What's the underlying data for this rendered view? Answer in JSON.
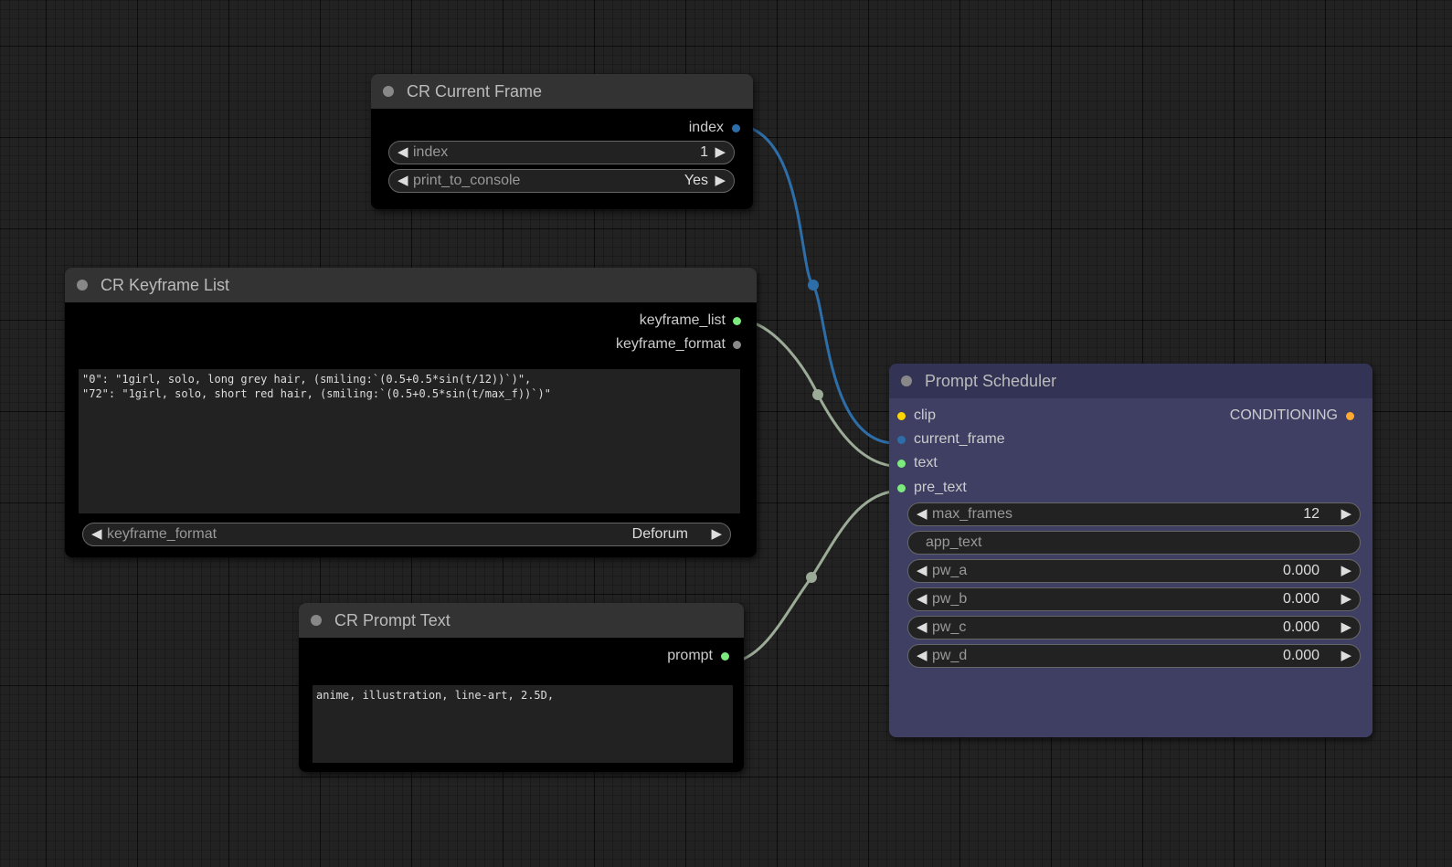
{
  "colors": {
    "canvas_bg": "#222222",
    "node_title_bg": "#333333",
    "node_body_bg": "#000000",
    "scheduler_title_bg": "#333355",
    "scheduler_body_bg": "#3f3f64",
    "link_int": "#2e6ea8",
    "link_string": "#9bab97",
    "slot_clip": "#ffd500",
    "slot_int": "#2e6ea8",
    "slot_string": "#7dea7d",
    "slot_conditioning": "#ffa931",
    "slot_generic": "#888888"
  },
  "nodes": {
    "current_frame": {
      "title": "CR Current Frame",
      "output": "index",
      "widgets": [
        {
          "label": "index",
          "value": "1"
        },
        {
          "label": "print_to_console",
          "value": "Yes"
        }
      ]
    },
    "keyframe_list": {
      "title": "CR Keyframe List",
      "outputs": [
        "keyframe_list",
        "keyframe_format"
      ],
      "text": "\"0\": \"1girl, solo, long grey hair, (smiling:`(0.5+0.5*sin(t/12))`)\",\n\"72\": \"1girl, solo, short red hair, (smiling:`(0.5+0.5*sin(t/max_f))`)\"",
      "widget": {
        "label": "keyframe_format",
        "value": "Deforum"
      }
    },
    "prompt_text": {
      "title": "CR Prompt Text",
      "output": "prompt",
      "text": "anime, illustration, line-art, 2.5D,"
    },
    "scheduler": {
      "title": "Prompt Scheduler",
      "inputs": [
        "clip",
        "current_frame",
        "text",
        "pre_text"
      ],
      "output": "CONDITIONING",
      "widgets": [
        {
          "label": "max_frames",
          "value": "12"
        },
        {
          "label": "app_text",
          "value": ""
        },
        {
          "label": "pw_a",
          "value": "0.000"
        },
        {
          "label": "pw_b",
          "value": "0.000"
        },
        {
          "label": "pw_c",
          "value": "0.000"
        },
        {
          "label": "pw_d",
          "value": "0.000"
        }
      ]
    }
  },
  "icons": {
    "left_arrow": "◀",
    "right_arrow": "▶"
  }
}
